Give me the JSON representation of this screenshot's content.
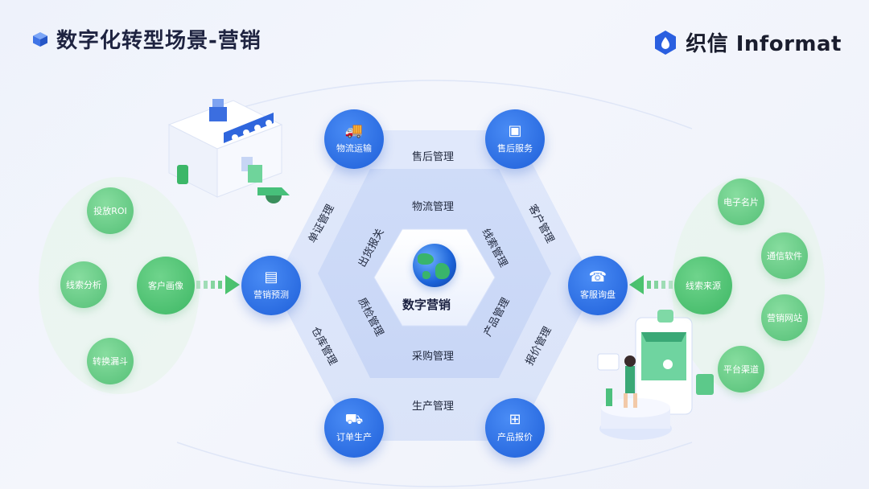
{
  "header": {
    "title": "数字化转型场景-营销"
  },
  "brand": {
    "name": "织信 Informat"
  },
  "center": {
    "label": "数字营销"
  },
  "outer_ring": {
    "top": "售后管理",
    "upper_left": "单证管理",
    "upper_right": "客户管理",
    "lower_left": "仓库管理",
    "lower_right": "报价管理",
    "bottom": "生产管理"
  },
  "inner_ring": {
    "top": "物流管理",
    "upper_left": "出货报关",
    "upper_right": "线索管理",
    "lower_left": "质检管理",
    "lower_right": "产品管理",
    "bottom": "采购管理"
  },
  "blue_nodes": {
    "logistics": "物流运输",
    "after_sales": "售后服务",
    "order_production": "订单生产",
    "product_quote": "产品报价",
    "marketing_forecast": "营销预测",
    "customer_service": "客服询盘"
  },
  "left_cluster": {
    "hub": "客户画像",
    "items": [
      "投放ROI",
      "线索分析",
      "转换漏斗"
    ]
  },
  "right_cluster": {
    "hub": "线索来源",
    "items": [
      "电子名片",
      "通信软件",
      "营销网站",
      "平台渠道"
    ]
  },
  "icons": {
    "logistics": "truck-icon",
    "after_sales": "shou-badge-icon",
    "order_production": "hand-truck-icon",
    "product_quote": "grid-icon",
    "marketing_forecast": "document-icon",
    "customer_service": "headset-icon"
  },
  "colors": {
    "primary_blue": "#1e5fd9",
    "green": "#3db764",
    "title": "#1e2340"
  }
}
